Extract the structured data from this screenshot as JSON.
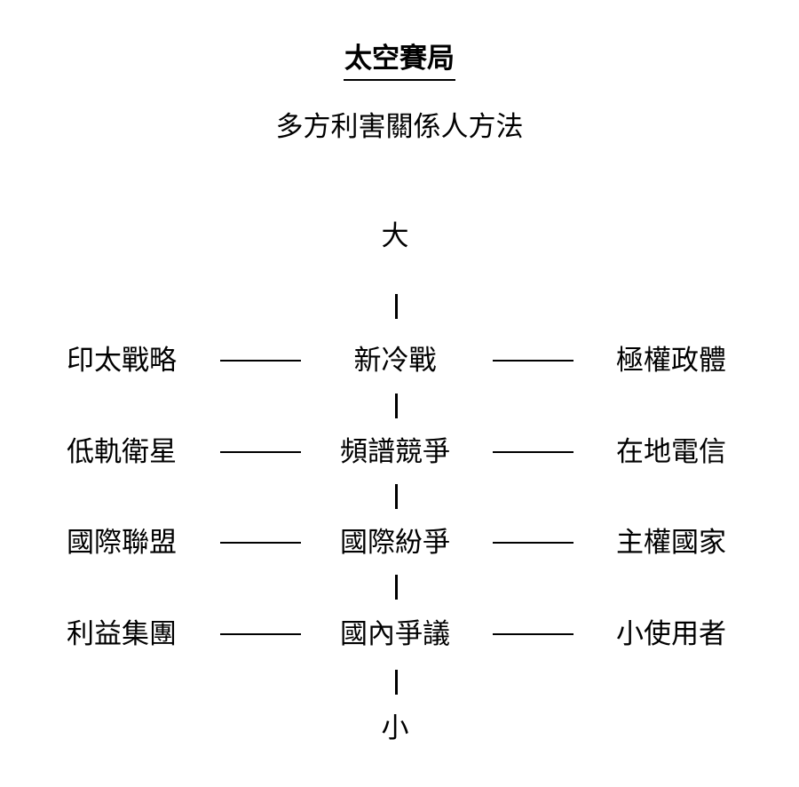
{
  "title": "太空賽局",
  "subtitle": "多方利害關係人方法",
  "scale": {
    "top": "大",
    "bottom": "小"
  },
  "rows": [
    {
      "left": "印太戰略",
      "center": "新冷戰",
      "right": "極權政體"
    },
    {
      "left": "低軌衛星",
      "center": "頻譜競爭",
      "right": "在地電信"
    },
    {
      "left": "國際聯盟",
      "center": "國際紛爭",
      "right": "主權國家"
    },
    {
      "left": "利益集團",
      "center": "國內爭議",
      "right": "小使用者"
    }
  ]
}
